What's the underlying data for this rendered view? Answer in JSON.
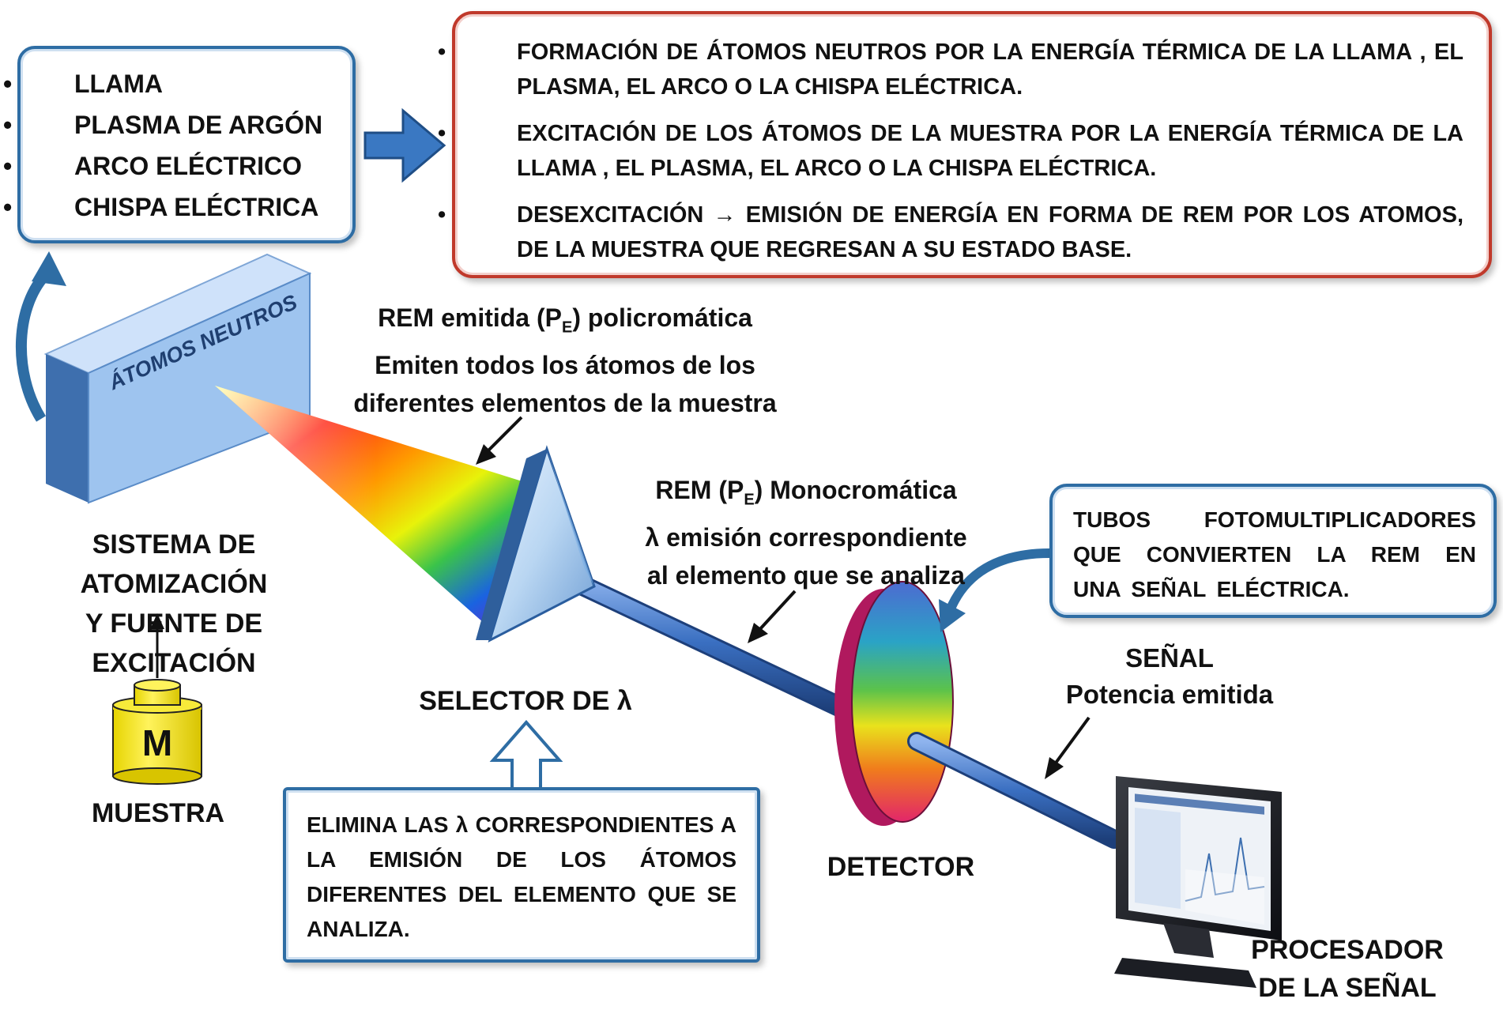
{
  "source_box": {
    "items": [
      "LLAMA",
      "PLASMA DE ARGÓN",
      "ARCO ELÉCTRICO",
      "CHISPA ELÉCTRICA"
    ]
  },
  "process_box": {
    "items": [
      "FORMACIÓN DE ÁTOMOS NEUTROS POR LA ENERGÍA TÉRMICA DE LA LLAMA , EL PLASMA, EL ARCO O LA CHISPA ELÉCTRICA.",
      "EXCITACIÓN DE LOS ÁTOMOS DE LA MUESTRA POR LA ENERGÍA TÉRMICA DE LA LLAMA , EL PLASMA, EL ARCO O LA CHISPA ELÉCTRICA.",
      "DESEXCITACIÓN → EMISIÓN DE ENERGÍA EN FORMA DE REM POR LOS ATOMOS, DE LA MUESTRA QUE REGRESAN A SU ESTADO BASE."
    ]
  },
  "atoms_block": {
    "label": "ÁTOMOS NEUTROS"
  },
  "atomization": {
    "line1": "SISTEMA DE ATOMIZACIÓN",
    "line2": "Y FUENTE DE EXCITACIÓN"
  },
  "sample": {
    "symbol": "M",
    "label": "MUESTRA"
  },
  "polychromatic": {
    "line1_pre": "REM emitida  (P",
    "line1_sub": "E",
    "line1_post": ") policromática",
    "line2": "Emiten todos los átomos de los",
    "line3": "diferentes elementos de la muestra"
  },
  "monochromatic": {
    "line1_pre": "REM (P",
    "line1_sub": "E",
    "line1_post": ") Monocromática",
    "line2": "λ  emisión correspondiente",
    "line3": "al elemento que se analiza"
  },
  "selector": {
    "label": "SELECTOR DE λ"
  },
  "selector_box": {
    "text": "ELIMINA LAS λ CORRESPONDIENTES A LA EMISIÓN DE LOS ÁTOMOS DIFERENTES DEL ELEMENTO QUE SE ANALIZA."
  },
  "pmt_box": {
    "text": "TUBOS FOTOMULTIPLICADORES QUE CONVIERTEN LA REM EN UNA SEÑAL ELÉCTRICA."
  },
  "detector": {
    "label": "DETECTOR"
  },
  "signal": {
    "line1": "SEÑAL",
    "line2": "Potencia emitida"
  },
  "processor": {
    "line1": "PROCESADOR",
    "line2": "DE LA  SEÑAL"
  },
  "colors": {
    "box_blue": "#2e6da4",
    "box_red": "#c0392b",
    "arrow_blue": "#2e6da4",
    "atoms_block": "#9ec4ef",
    "sample_yellow": "#f7ea3a",
    "beam_blue": "#3a6fc1"
  }
}
